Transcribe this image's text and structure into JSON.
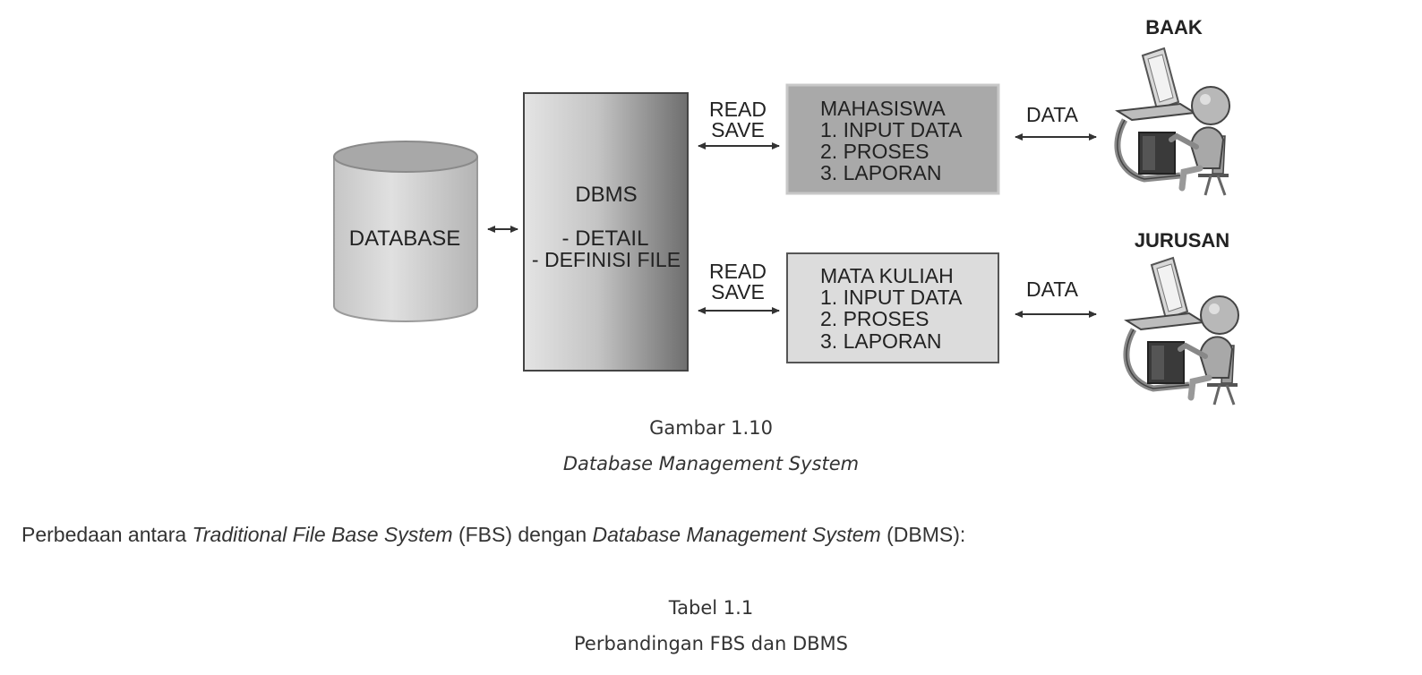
{
  "figure": {
    "database_label": "DATABASE",
    "dbms": {
      "title": "DBMS",
      "line1": "- DETAIL",
      "line2": "- DEFINISI FILE"
    },
    "read_save_top": [
      "READ",
      "SAVE"
    ],
    "read_save_bottom": [
      "READ",
      "SAVE"
    ],
    "box_mahasiswa": [
      "MAHASISWA",
      "1. INPUT DATA",
      "2. PROSES",
      "3. LAPORAN"
    ],
    "box_matakuliah": [
      "MATA KULIAH",
      "1. INPUT DATA",
      "2. PROSES",
      "3. LAPORAN"
    ],
    "data_top": "DATA",
    "data_bottom": "DATA",
    "user_top": "BAAK",
    "user_bottom": "JURUSAN",
    "icons": [
      "computer-user-icon"
    ],
    "colors": {
      "dbms_gradient_light": "#e0e0e0",
      "dbms_gradient_dark": "#7a7a7a",
      "box_mahasiswa": "#a9a9a9",
      "box_matakuliah": "#dcdcdc",
      "cylinder_body": "#d8d8d8",
      "cylinder_top": "#a8a8a8"
    }
  },
  "figure_caption": {
    "label": "Gambar 1.10",
    "title": "Database Management System"
  },
  "intro": {
    "t1": "Perbedaan antara ",
    "i1": "Traditional File Base System",
    "t2": " (FBS) dengan ",
    "i2": "Database Management System",
    "t3": " (DBMS):"
  },
  "table_caption": {
    "label": "Tabel 1.1",
    "title": "Perbandingan FBS dan DBMS"
  }
}
